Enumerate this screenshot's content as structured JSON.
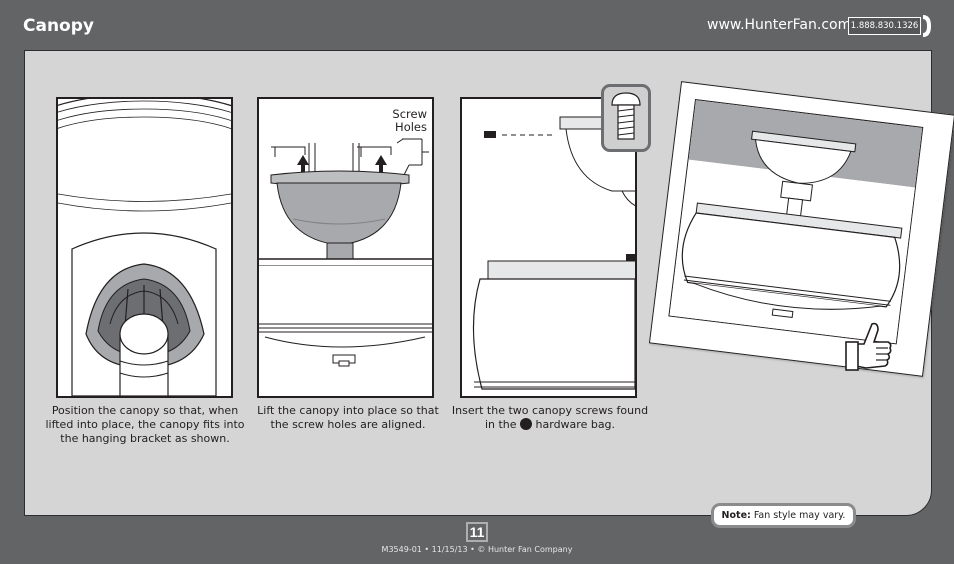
{
  "header": {
    "title": "Canopy",
    "url": "www.HunterFan.com",
    "phone": "1.888.830.1326"
  },
  "steps": [
    {
      "caption": "Position the canopy so that, when lifted into place, the canopy fits into the hanging bracket as shown."
    },
    {
      "caption": "Lift the canopy into place so that the screw holes are aligned.",
      "label": "Screw Holes"
    },
    {
      "caption_before": "Insert the two canopy screws found in the",
      "caption_after": "hardware bag."
    }
  ],
  "note": {
    "label": "Note:",
    "text": "Fan style may vary."
  },
  "footer": {
    "page_number": "11",
    "text": "M3549-01 • 11/15/13 • © Hunter Fan Company"
  },
  "colors": {
    "background": "#636466",
    "panel": "#d5d5d6",
    "ink": "#231f20"
  }
}
